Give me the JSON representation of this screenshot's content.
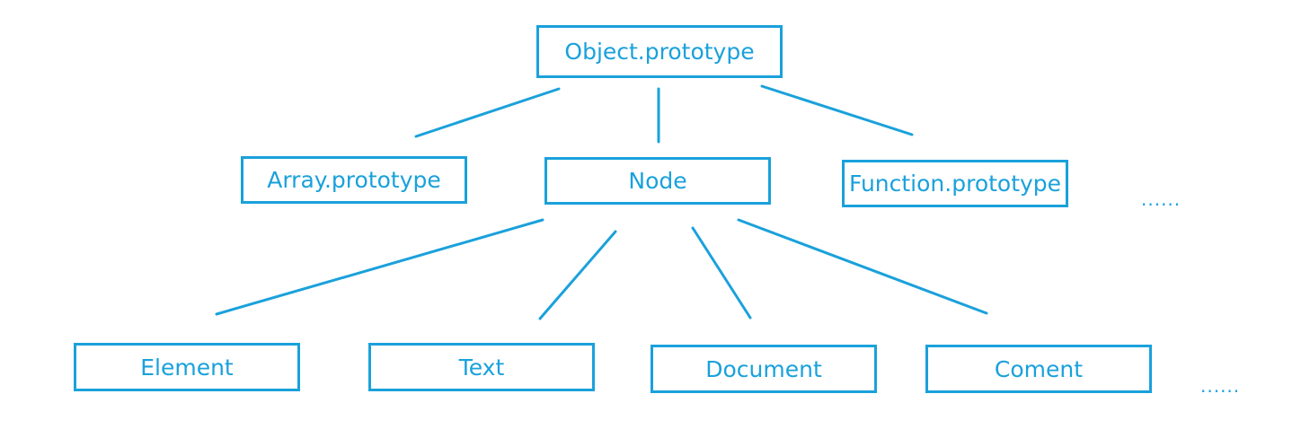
{
  "nodes": {
    "object_prototype": "Object.prototype",
    "array_prototype": "Array.prototype",
    "node": "Node",
    "function_prototype": "Function.prototype",
    "element": "Element",
    "text": "Text",
    "document": "Document",
    "coment": "Coment"
  },
  "ellipsis": {
    "level1": "......",
    "level2": "......"
  },
  "colors": {
    "stroke": "#1aa1db",
    "text": "#1aa1db",
    "background": "#ffffff"
  }
}
